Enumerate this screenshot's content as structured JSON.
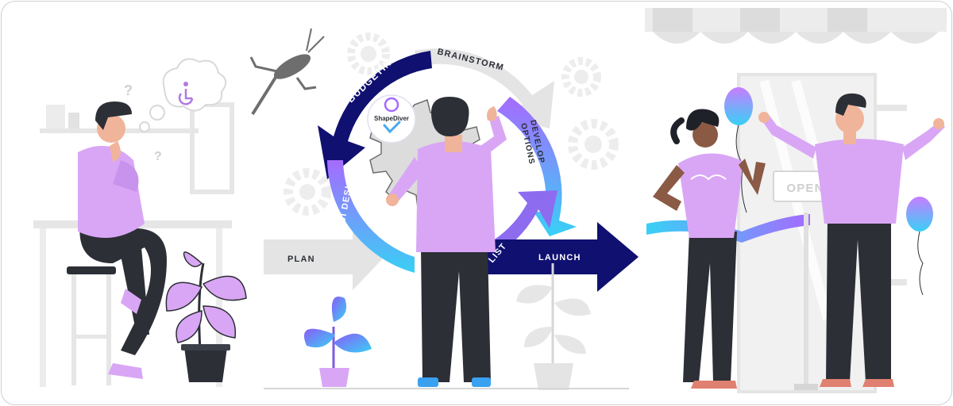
{
  "cycle": {
    "brainstorm": "BRAINSTORM",
    "budgeting": "BUDGETING",
    "develop_line1": "DEVELOP",
    "develop_line2": "OPTIONS",
    "ui_design": "UI DESIGN",
    "list": "LIST"
  },
  "flow": {
    "plan": "PLAN",
    "launch": "LAUNCH"
  },
  "logo": {
    "text": "ShapeDiver"
  },
  "shop": {
    "sign": "OPEN"
  },
  "colors": {
    "purple": "#d9a6f5",
    "dark_navy": "#0f1070",
    "blue": "#3f3fd6",
    "cyan": "#31c9f0",
    "grey": "#e4e4e4",
    "dark": "#2c2f36"
  }
}
